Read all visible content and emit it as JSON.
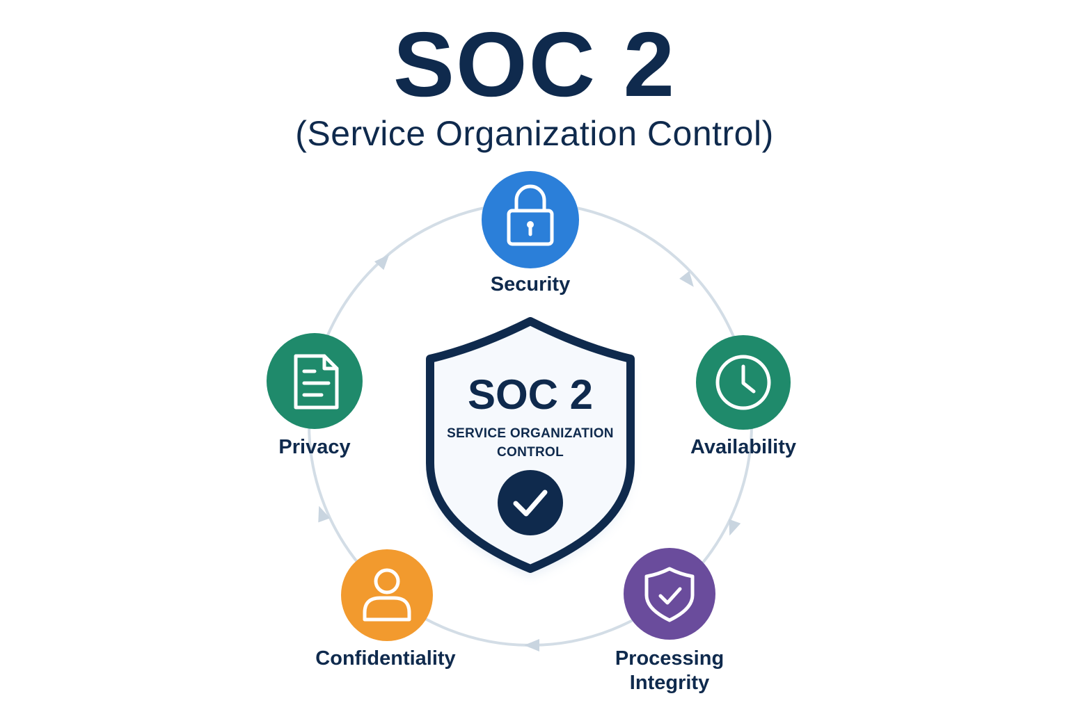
{
  "header": {
    "title": "SOC 2",
    "subtitle": "(Service Organization Control)"
  },
  "shield": {
    "title": "SOC 2",
    "subtitle_line1": "SERVICE ORGANIZATION",
    "subtitle_line2": "CONTROL",
    "icon": "check-circle-icon"
  },
  "principles": [
    {
      "label": "Security",
      "icon": "lock-icon",
      "color": "#2b7fd9"
    },
    {
      "label": "Availability",
      "icon": "clock-icon",
      "color": "#1f8a6b"
    },
    {
      "label_line1": "Processing",
      "label_line2": "Integrity",
      "icon": "shield-check-icon",
      "color": "#6a4c9c"
    },
    {
      "label": "Confidentiality",
      "icon": "user-icon",
      "color": "#f29a2e"
    },
    {
      "label": "Privacy",
      "icon": "document-icon",
      "color": "#1f8a6b"
    }
  ],
  "colors": {
    "navy": "#0f2a4d",
    "cycle_ring": "#d3dde6",
    "shield_fill": "#f6f9fd"
  }
}
